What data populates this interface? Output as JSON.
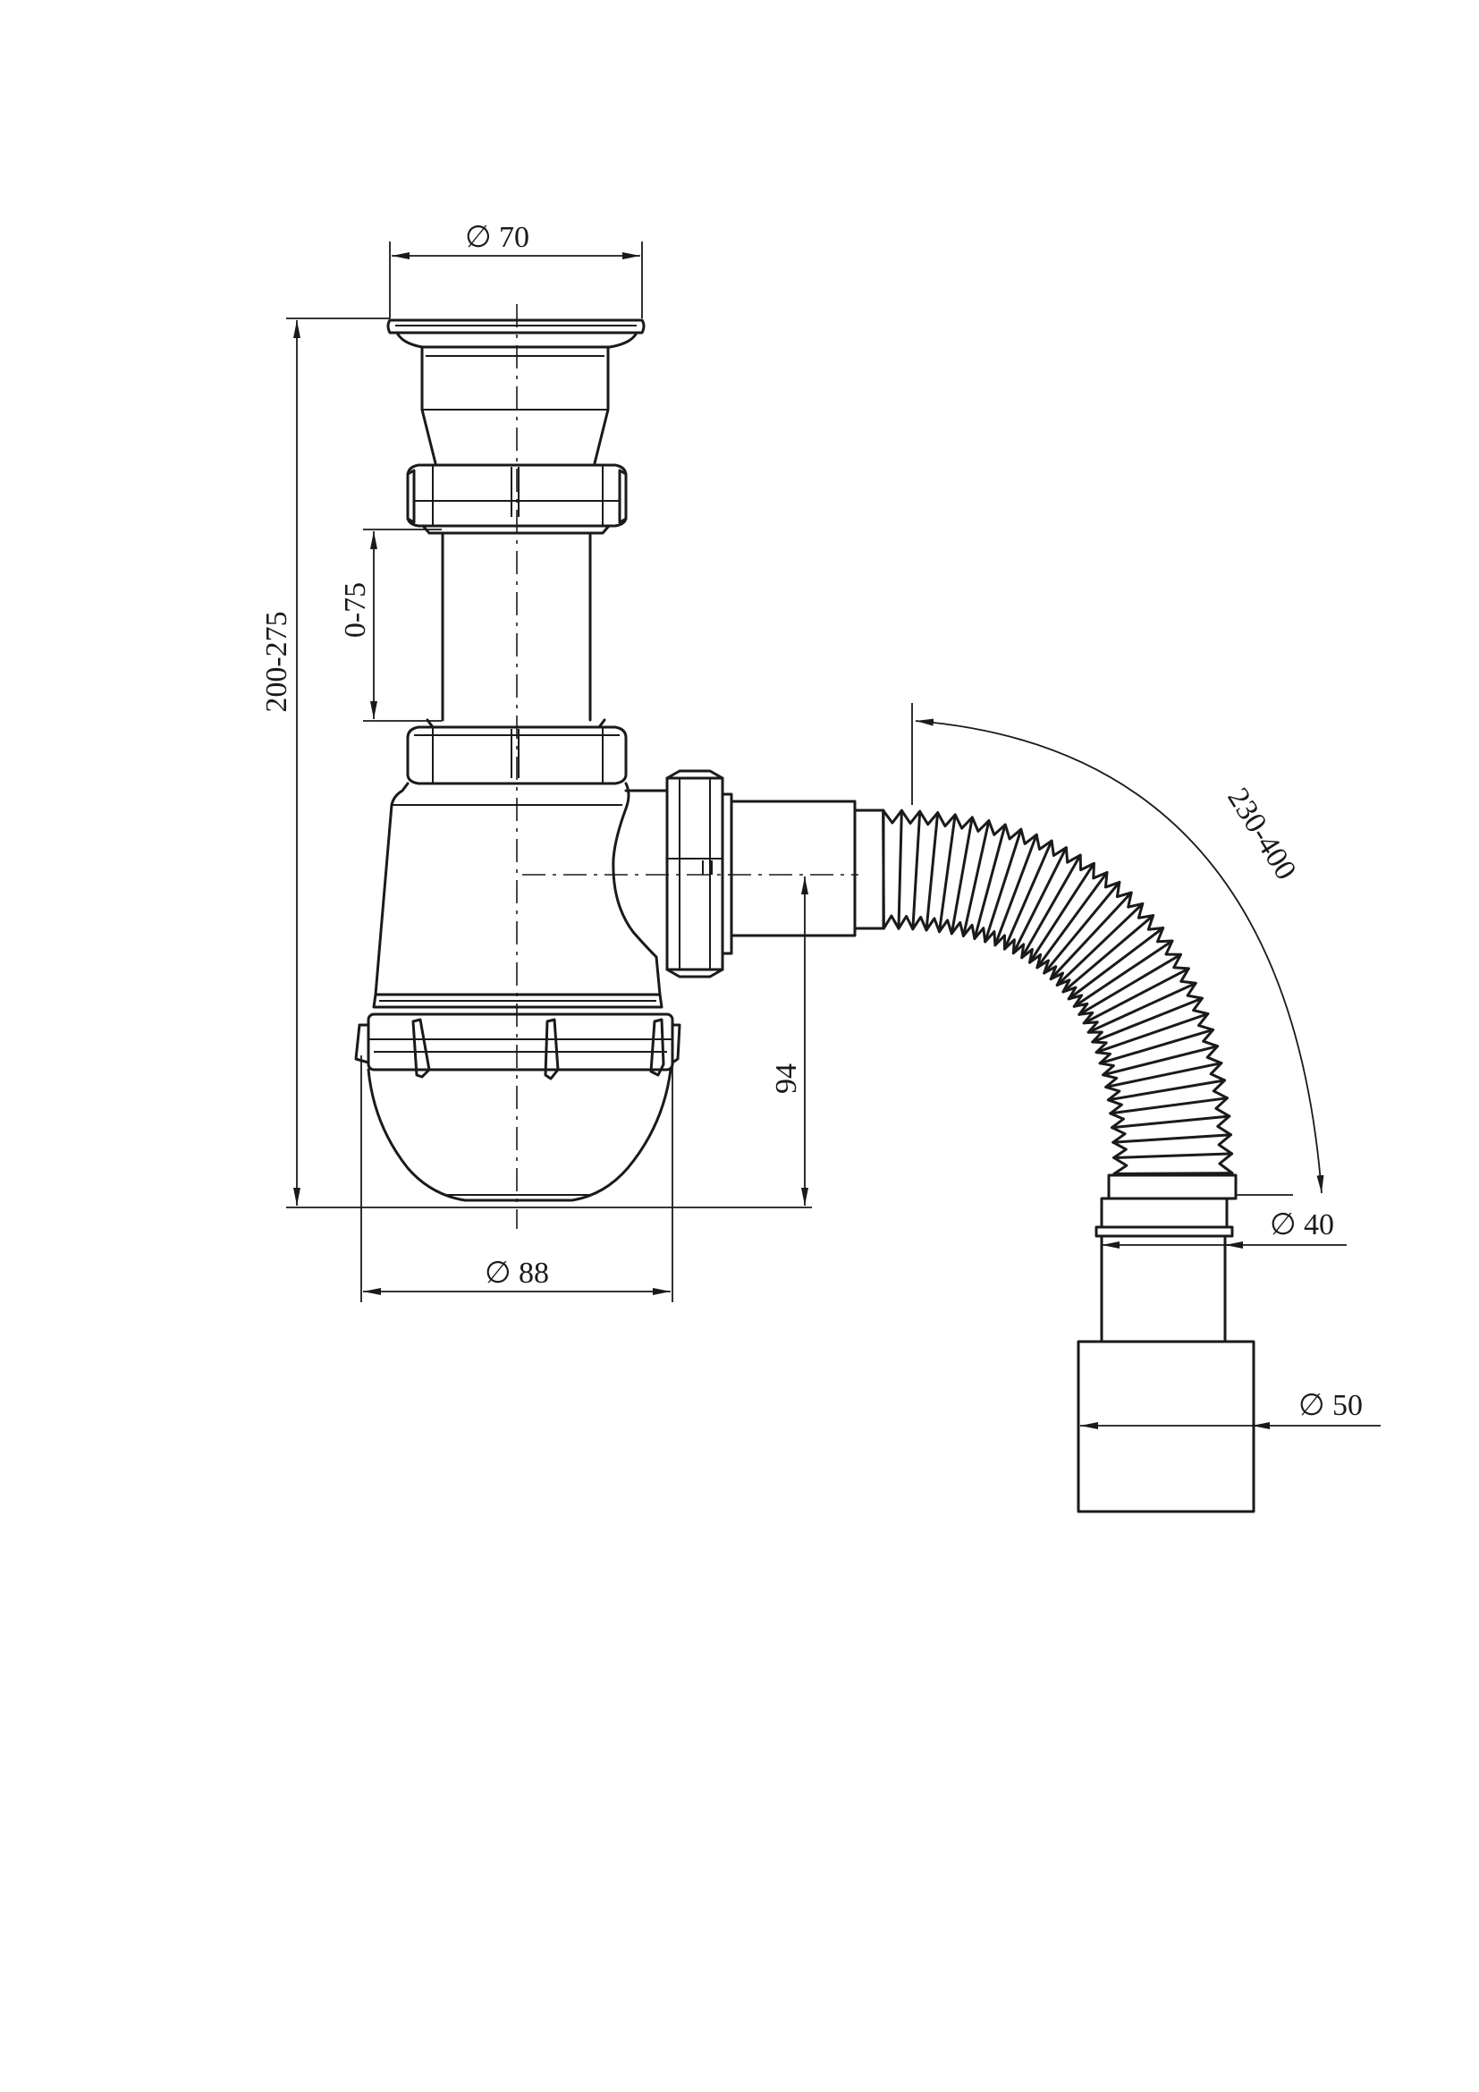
{
  "dimensions": {
    "outlet_diameter_top": "∅ 70",
    "total_height": "200-275",
    "height_adjust": "0-75",
    "outlet_height": "94",
    "body_diameter": "∅ 88",
    "hose_length": "230-400",
    "hose_diameter": "∅ 40",
    "socket_diameter": "∅ 50"
  },
  "colors": {
    "line": "#1a1a1a",
    "background": "#ffffff"
  }
}
